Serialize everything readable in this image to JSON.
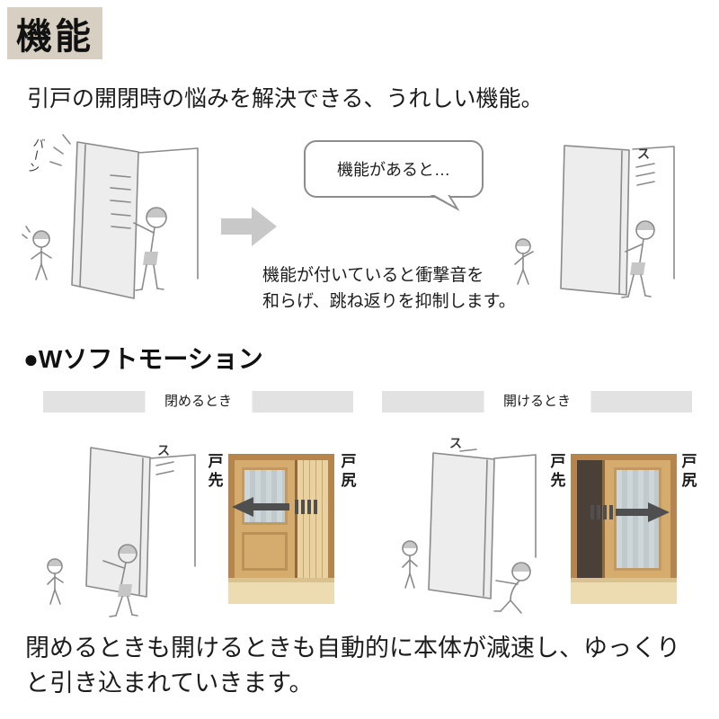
{
  "badge": {
    "label": "機能"
  },
  "intro": "引戸の開閉時の悩みを解決できる、うれしい機能。",
  "scene_before": {
    "sfx": "バーン"
  },
  "scene_after": {
    "sfx": "ス"
  },
  "bubble": {
    "text": "機能があると…"
  },
  "caption": {
    "line1": "機能が付いていると衝撃音を",
    "line2": "和らげ、跳ね返りを抑制します。"
  },
  "section_title": "●Wソフトモーション",
  "panels": [
    {
      "header": "閉めるとき",
      "sfx": "ス",
      "label_front": "戸先",
      "label_rear": "戸尻"
    },
    {
      "header": "開けるとき",
      "sfx": "ス",
      "label_front": "戸先",
      "label_rear": "戸尻"
    }
  ],
  "footer": {
    "line1": "閉めるときも開けるときも自動的に本体が減速し、ゆっくり",
    "line2": "と引き込まれていきます。"
  },
  "colors": {
    "badge_bg": "#d6cfc2",
    "ink": "#1c1c1c",
    "line": "#8a8a8a",
    "door_fill": "#ededed",
    "figure_gray": "#c6c6c6",
    "arrow_gray": "#c8c8c8",
    "bar_bg": "#e2e2e2",
    "bubble_border": "#8c8c8c",
    "wood_frame": "#b5854f",
    "wood_door": "#d6ac6e",
    "wood_edge": "#8f6a3e",
    "glass_a": "#cdd6d8",
    "glass_b": "#c0cacc",
    "floor": "#eddcb1",
    "threshold": "#d9c28e",
    "pocket": "#ead2a0",
    "pocket_line": "#c9a86f",
    "opening_dark": "#4a4038",
    "arrow_dark": "#4f4f4f"
  }
}
